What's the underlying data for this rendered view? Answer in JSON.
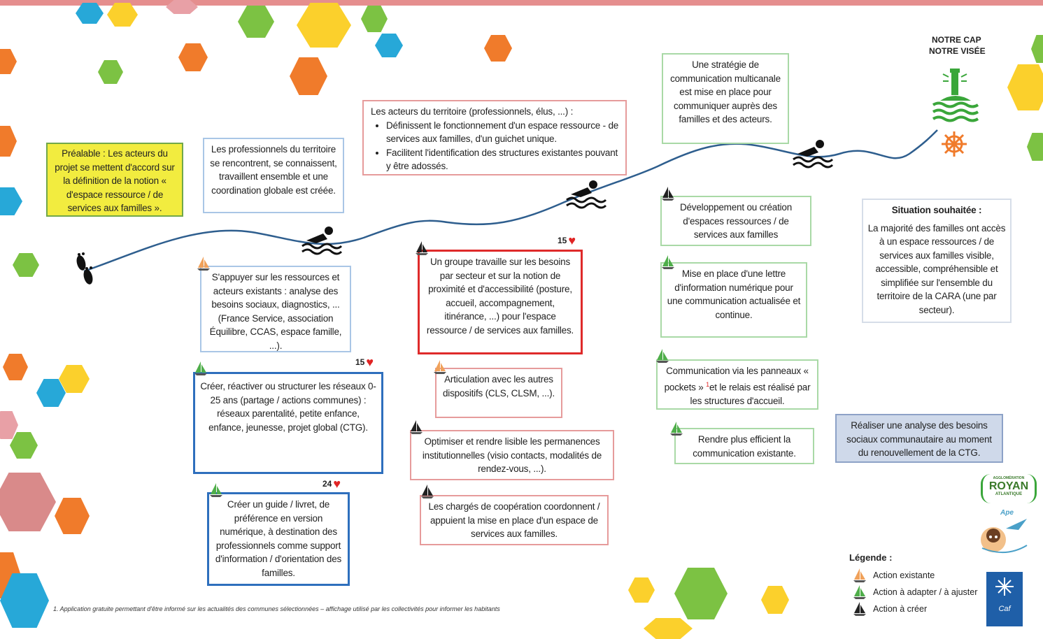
{
  "header": {
    "cap_line1": "NOTRE CAP",
    "cap_line2": "NOTRE VISÉE"
  },
  "boxes": {
    "prealable": "Préalable : Les acteurs du projet se mettent d'accord sur la définition de la notion « d'espace ressource / de services aux familles ».",
    "pros": "Les professionnels du territoire se rencontrent, se connaissent, travaillent ensemble et une coordination globale est créée.",
    "acteurs_intro": "Les acteurs du territoire (professionnels, élus, ...) :",
    "acteurs_b1": "Définissent le fonctionnement d'un espace ressource - de services aux familles, d'un guichet unique.",
    "acteurs_b2": "Facilitent l'identification des structures existantes pouvant y être adossés.",
    "strategie": "Une stratégie de communication multicanale est mise en place pour communiquer auprès des familles et des acteurs.",
    "situation_title": "Situation souhaitée :",
    "situation_text": "La majorité des familles ont accès à un espace ressources / de services aux familles visible, accessible, compréhensible et simplifiée sur l'ensemble du territoire de la CARA (une par secteur).",
    "appuyer": "S'appuyer sur les ressources et acteurs existants : analyse des besoins sociaux, diagnostics, ... (France Service, association Équilibre, CCAS, espace famille, ...).",
    "reseaux": "Créer, réactiver ou structurer les réseaux 0-25 ans (partage / actions communes) : réseaux parentalité, petite enfance, enfance, jeunesse, projet global (CTG).",
    "guide": "Créer un guide / livret, de préférence en version numérique, à destination des professionnels comme support d'information / d'orientation des familles.",
    "groupe": "Un groupe travaille sur les besoins par secteur et sur la notion de proximité et d'accessibilité (posture, accueil, accompagnement, itinérance, ...) pour l'espace ressource / de services aux familles.",
    "articulation": "Articulation avec les autres dispositifs (CLS, CLSM, ...).",
    "optimiser": "Optimiser et rendre lisible les permanences institutionnelles (visio contacts, modalités de rendez-vous, ...).",
    "charges": "Les chargés de coopération coordonnent / appuient la mise en place d'un espace de services aux familles.",
    "developpement": "Développement ou création d'espaces ressources / de services aux familles",
    "lettre": "Mise en place d'une lettre d'information numérique pour une communication actualisée et continue.",
    "panneaux_a": "Communication via les panneaux « pockets » ",
    "panneaux_sup": "1",
    "panneaux_b": "et le relais est réalisé par les structures d'accueil.",
    "efficient": "Rendre plus efficient la communication existante.",
    "analyse": "Réaliser une analyse des besoins sociaux communautaire au moment du renouvellement de la CTG."
  },
  "hearts": {
    "reseaux": "15",
    "groupe": "15",
    "guide": "24"
  },
  "legend": {
    "title": "Légende :",
    "items": [
      {
        "label": "Action existante",
        "color": "#f0a15a"
      },
      {
        "label": "Action à adapter / à ajuster",
        "color": "#4fae4a"
      },
      {
        "label": "Action à créer",
        "color": "#222222"
      }
    ]
  },
  "footnote": "1. Application gratuite permettant d'être informé sur les actualités des communes sélectionnées – affichage utilisé par les collectivités pour informer les habitants",
  "logos": {
    "royan": "ROYAN",
    "royan_top": "AGGLOMÉRATION",
    "royan_bottom": "ATLANTIQUE",
    "ape": "Ape",
    "caf": "Caf"
  },
  "colors": {
    "curve": "#2e5e8e",
    "orange": "#f07b2b",
    "green": "#7cc243",
    "yellow": "#fbd02c",
    "blue": "#27a8d8",
    "pink": "#e8a0a6",
    "sea": "#3aa63a"
  }
}
